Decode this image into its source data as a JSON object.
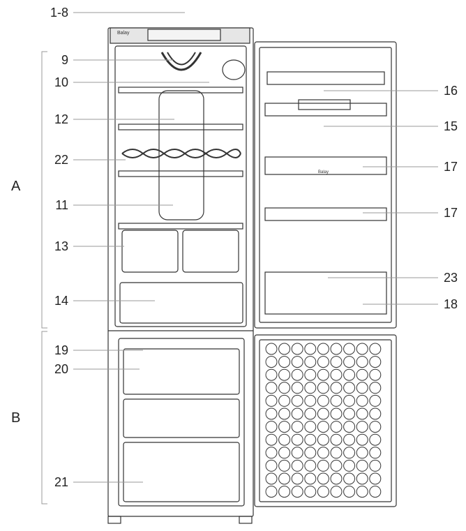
{
  "labels_left": [
    {
      "key": "1-8"
    },
    {
      "key": "9"
    },
    {
      "key": "10"
    },
    {
      "key": "12"
    },
    {
      "key": "22"
    },
    {
      "key": "11"
    },
    {
      "key": "13"
    },
    {
      "key": "14"
    },
    {
      "key": "19"
    },
    {
      "key": "20"
    },
    {
      "key": "21"
    }
  ],
  "labels_right": [
    {
      "key": "16"
    },
    {
      "key": "15"
    },
    {
      "key": "17"
    },
    {
      "key": "17"
    },
    {
      "key": "23"
    },
    {
      "key": "18"
    }
  ],
  "sections": {
    "a": "A",
    "b": "B"
  },
  "logo": {
    "brand": "Balay"
  },
  "colors": {
    "line": "#333333",
    "leader": "#999999",
    "panel": "#e6e6e6",
    "text": "#222222"
  }
}
